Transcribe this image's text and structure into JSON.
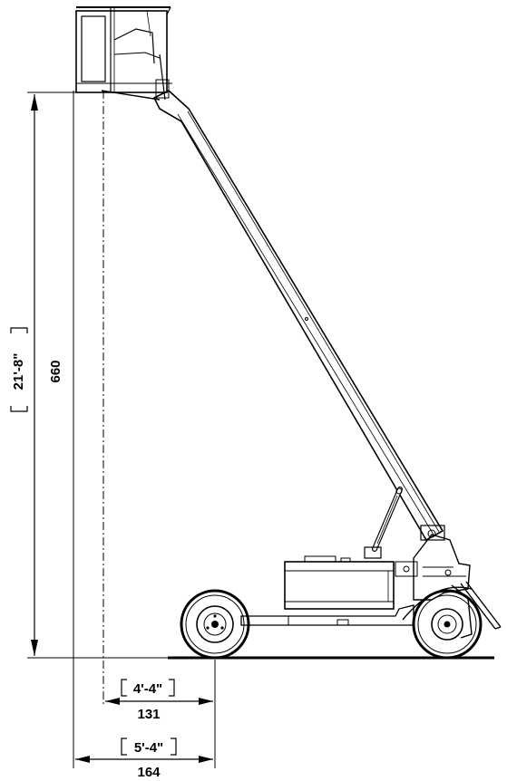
{
  "dimensions": {
    "height": {
      "imperial": "21'-8\"",
      "metric": "660"
    },
    "inner_offset": {
      "imperial": "4'-4\"",
      "metric": "131"
    },
    "outer_offset": {
      "imperial": "5'-4\"",
      "metric": "164"
    }
  },
  "colors": {
    "line": "#000000",
    "background": "#ffffff",
    "fill": "#ffffff"
  }
}
